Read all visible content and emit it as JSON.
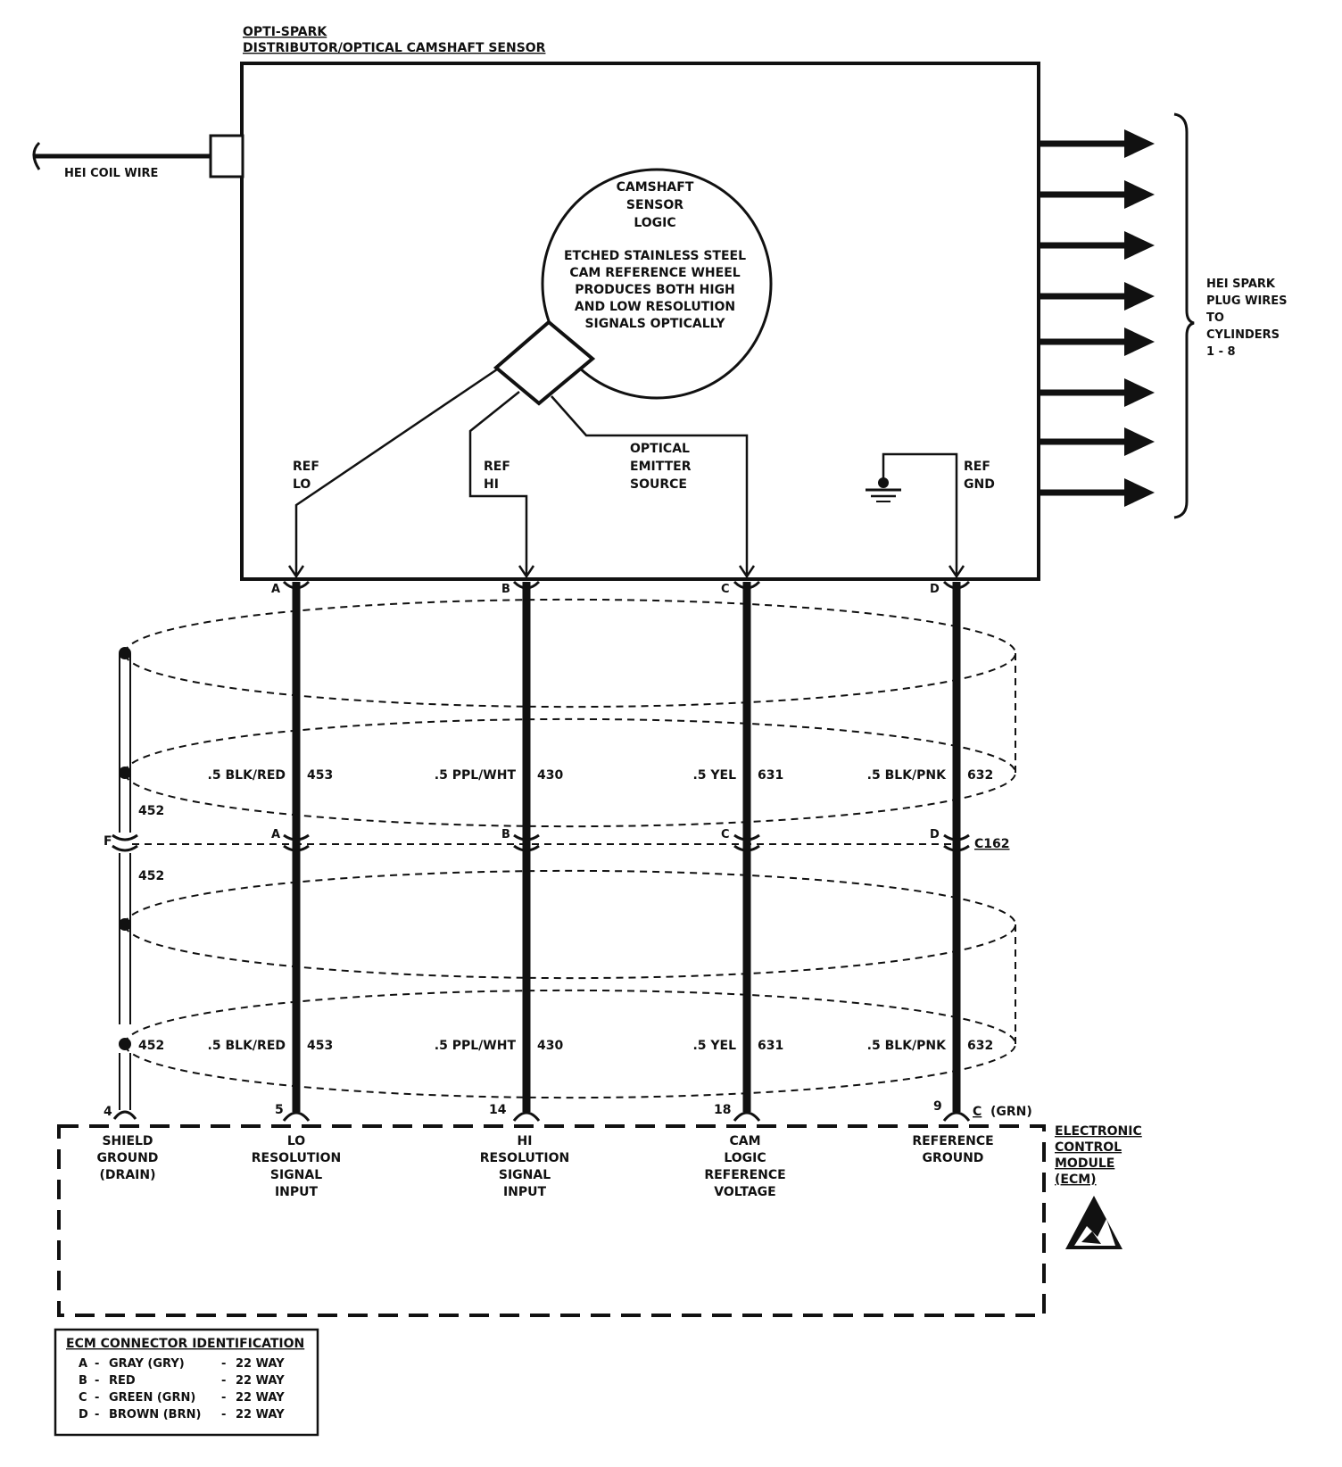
{
  "title": {
    "line1": "OPTI-SPARK",
    "line2": "DISTRIBUTOR/OPTICAL CAMSHAFT SENSOR"
  },
  "hei_coil_wire": "HEI COIL WIRE",
  "camshaft_circle": {
    "lines": [
      "CAMSHAFT",
      "SENSOR",
      "LOGIC",
      "",
      "ETCHED STAINLESS STEEL",
      "CAM REFERENCE WHEEL",
      "PRODUCES BOTH HIGH",
      "AND LOW RESOLUTION",
      "SIGNALS OPTICALLY"
    ]
  },
  "internal_labels": {
    "ref_lo": [
      "REF",
      "LO"
    ],
    "ref_hi": [
      "REF",
      "HI"
    ],
    "optical": [
      "OPTICAL",
      "EMITTER",
      "SOURCE"
    ],
    "ref_gnd": [
      "REF",
      "GND"
    ]
  },
  "spark_plug_label": [
    "HEI SPARK",
    "PLUG WIRES",
    "TO",
    "CYLINDERS",
    "1 - 8"
  ],
  "wires": [
    {
      "top_pin": "A",
      "mid_pin": "A",
      "color": ".5 BLK/RED",
      "circuit": "453",
      "ecm_pin": "5",
      "ecm_label": [
        "LO",
        "RESOLUTION",
        "SIGNAL",
        "INPUT"
      ]
    },
    {
      "top_pin": "B",
      "mid_pin": "B",
      "color": ".5 PPL/WHT",
      "circuit": "430",
      "ecm_pin": "14",
      "ecm_label": [
        "HI",
        "RESOLUTION",
        "SIGNAL",
        "INPUT"
      ]
    },
    {
      "top_pin": "C",
      "mid_pin": "C",
      "color": ".5 YEL",
      "circuit": "631",
      "ecm_pin": "18",
      "ecm_label": [
        "CAM",
        "LOGIC",
        "REFERENCE",
        "VOLTAGE"
      ]
    },
    {
      "top_pin": "D",
      "mid_pin": "D",
      "color": ".5 BLK/PNK",
      "circuit": "632",
      "ecm_pin": "9",
      "ecm_label": [
        "REFERENCE",
        "GROUND"
      ]
    }
  ],
  "shield": {
    "circuit": "452",
    "mid_pin": "F",
    "ecm_pin": "4",
    "ecm_label": [
      "SHIELD",
      "GROUND",
      "(DRAIN)"
    ]
  },
  "connector_c162": "C162",
  "ecm_connector": {
    "letter": "C",
    "color": "(GRN)"
  },
  "ecm_title": [
    "ELECTRONIC",
    "CONTROL",
    "MODULE",
    "(ECM)"
  ],
  "legend": {
    "title": "ECM CONNECTOR IDENTIFICATION",
    "rows": [
      {
        "letter": "A",
        "name": "GRAY (GRY)",
        "size": "22 WAY"
      },
      {
        "letter": "B",
        "name": "RED",
        "size": "22 WAY"
      },
      {
        "letter": "C",
        "name": "GREEN (GRN)",
        "size": "22 WAY"
      },
      {
        "letter": "D",
        "name": "BROWN (BRN)",
        "size": "22 WAY"
      }
    ]
  }
}
